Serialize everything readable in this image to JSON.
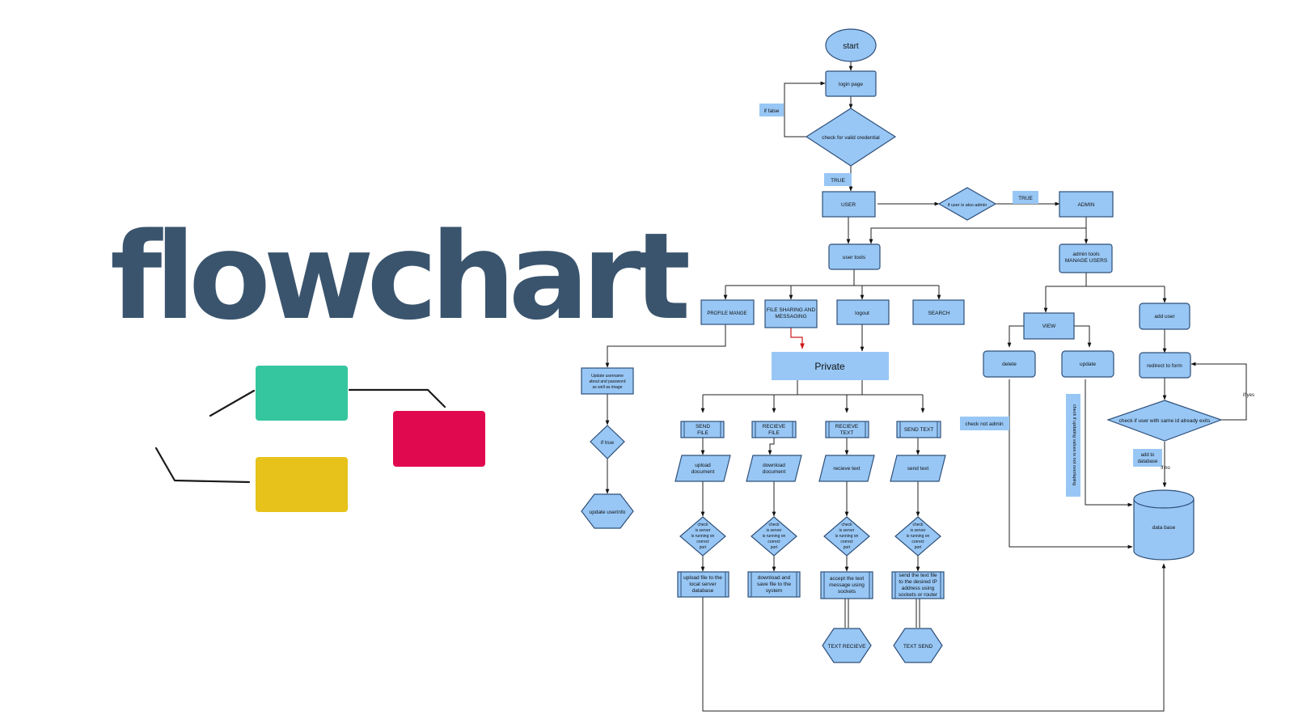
{
  "hero": {
    "title": "flowchart"
  },
  "decoration": {
    "colors": {
      "teal": "#35c6a0",
      "crimson": "#e0094f",
      "mustard": "#e6c21b"
    }
  },
  "diagram": {
    "node_fill": "#98c7f5",
    "node_stroke": "#2f4f79",
    "nodes": {
      "start": "start",
      "login_page": "login page",
      "if_false": "if false",
      "check_valid_credential": "check for valid credential",
      "true_label_1": "TRUE",
      "user": "USER",
      "if_user_is_also_admin": "if user is also admin",
      "true_label_2": "TRUE",
      "admin": "ADMIN",
      "user_tools": "user tools",
      "admin_tools": [
        "admin tools",
        "MANAGE USERS"
      ],
      "profile_manage": "PROFILE  MANGE",
      "file_sharing": [
        "FILE SHARING AND",
        "MESSAGING"
      ],
      "logout": "logout",
      "search": "SEARCH",
      "private": "Private",
      "update_username": [
        "Update username",
        "about and password",
        "as well as image"
      ],
      "if_true": "if true",
      "update_userinfo": "update userinfo",
      "send_file": [
        "SEND",
        "FILE"
      ],
      "recieve_file": [
        "RECIEVE",
        "FILE"
      ],
      "recieve_text": [
        "RECIEVE",
        "TEXT"
      ],
      "send_text": "SEND TEXT",
      "upload_document": [
        "upload",
        "document"
      ],
      "download_document": [
        "download",
        "document"
      ],
      "recieve_text_io": "recieve text",
      "send_text_io": "send text",
      "check_server_port": [
        "check",
        "is server",
        "is running on",
        "correct",
        "port"
      ],
      "upload_file_db": [
        "upload file to the",
        "local server",
        "database"
      ],
      "download_save_file": [
        "download and",
        "save file to the",
        "system"
      ],
      "accept_text": [
        "accept the text",
        "message using",
        "sockets"
      ],
      "send_text_ip": [
        "send the text file",
        "to the desired IP",
        "address using",
        "sockets or router"
      ],
      "text_recieve": "TEXT RECIEVE",
      "text_send": "TEXT SEND",
      "view": "VIEW",
      "add_user": "add user",
      "delete": "delete",
      "update": "update",
      "redirect_to_form": "redirect to form",
      "check_not_admin": "check not admin",
      "check_updating_values": "check if updating values is not overlaping",
      "check_user_same_id": "check if user with same id already exits",
      "if_yes": "if yes",
      "add_to_database": [
        "add to",
        "database"
      ],
      "if_no": "if no",
      "data_base": "data base"
    }
  }
}
